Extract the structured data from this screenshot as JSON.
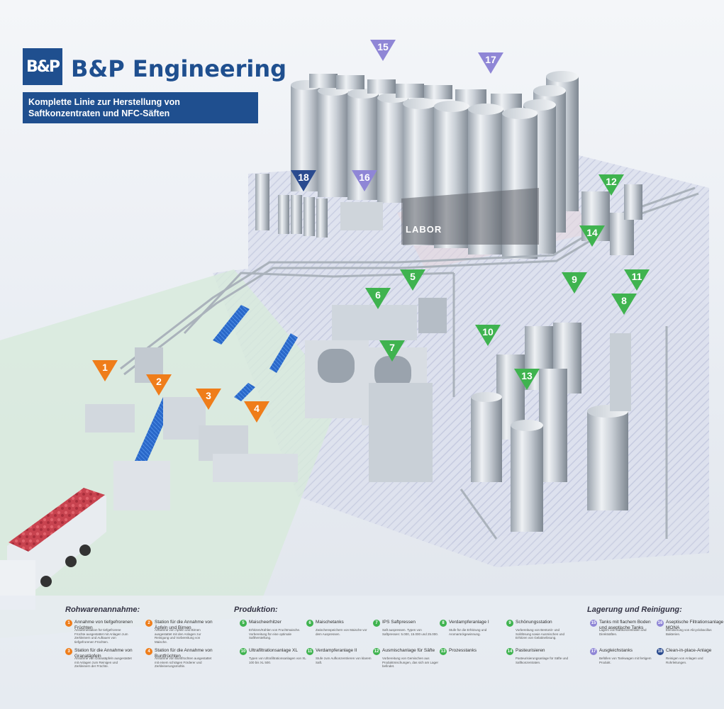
{
  "brand": {
    "logo_text": "B&P",
    "name": "B&P Engineering",
    "tagline": "Komplette Linie zur Herstellung von Saftkonzentraten und NFC-Säften"
  },
  "labor_label": "LABOR",
  "colors": {
    "brand_blue": "#1f4f8f",
    "receiving_orange": "#ef7d1a",
    "production_green": "#3fb34f",
    "storage_purple": "#8f86d6",
    "clean_navy": "#2a4b8f"
  },
  "markers": [
    {
      "num": "1",
      "group": "receiving"
    },
    {
      "num": "2",
      "group": "receiving"
    },
    {
      "num": "3",
      "group": "receiving"
    },
    {
      "num": "4",
      "group": "receiving"
    },
    {
      "num": "5",
      "group": "production"
    },
    {
      "num": "6",
      "group": "production"
    },
    {
      "num": "7",
      "group": "production"
    },
    {
      "num": "8",
      "group": "production"
    },
    {
      "num": "9",
      "group": "production"
    },
    {
      "num": "10",
      "group": "production"
    },
    {
      "num": "11",
      "group": "production"
    },
    {
      "num": "12",
      "group": "production"
    },
    {
      "num": "13",
      "group": "production"
    },
    {
      "num": "14",
      "group": "production"
    },
    {
      "num": "15",
      "group": "storage"
    },
    {
      "num": "16",
      "group": "storage"
    },
    {
      "num": "17",
      "group": "storage"
    },
    {
      "num": "18",
      "group": "clean"
    }
  ],
  "legend": {
    "sections": {
      "receiving": "Rohwarenannahme:",
      "production": "Produktion:",
      "storage": "Lagerung und Reinigung:"
    },
    "items": [
      {
        "num": "1",
        "group": "receiving",
        "title": "Annahme von tiefgefrorenen Früchten",
        "desc": "Annahmestation für tiefgefrorene Früchte ausgestattet mit Anlagen zum Zerkleinern und Auftauen von tiefgefrorenen Früchten."
      },
      {
        "num": "2",
        "group": "receiving",
        "title": "Station für die Annahme von Äpfeln und Birnen",
        "desc": "Annahme von Äpfeln und Birnen ausgestattet mit den Anlagen zur Reinigung und Vorbereitung von Maische."
      },
      {
        "num": "3",
        "group": "receiving",
        "title": "Station für die Annahme von Granatäpfeln",
        "desc": "Annahme von Granatäpfeln ausgestattet mit Anlagen zum Reinigen und Zerkleinern der Früchte."
      },
      {
        "num": "4",
        "group": "receiving",
        "title": "Station für die Annahme von Buntfrüchten",
        "desc": "Annahme von Buntfrüchten ausgestattet mit einem schrägen Förderer und Zerkleinerungsmühle."
      },
      {
        "num": "5",
        "group": "production",
        "title": "Maischeerhitzer",
        "desc": "Erhitzen/Kühlen von Fruchtmaische. Vorbereitung für eine optimale Saftherstellung."
      },
      {
        "num": "6",
        "group": "production",
        "title": "Maischetanks",
        "desc": "Zwischenspeichern von Maische vor dem Auspressen."
      },
      {
        "num": "7",
        "group": "production",
        "title": "IPS Saftpressen",
        "desc": "Saft auspressen. Typen von Saftpressen: 5.000, 15.000 und 25.000."
      },
      {
        "num": "8",
        "group": "production",
        "title": "Verdampferanlage I",
        "desc": "Stufe für die Erhitzung und Aromarückgewinnung."
      },
      {
        "num": "9",
        "group": "production",
        "title": "Schönungsstation",
        "desc": "Vorbereitung von Bentonit- und Solitlösung sowie Ausmischen und Erhitzen von Gelatinelösung."
      },
      {
        "num": "10",
        "group": "production",
        "title": "Ultrafiltrationsanlage XL",
        "desc": "Typen von Ultrafiltrationsanlagen von XL 100 bis XL 500."
      },
      {
        "num": "11",
        "group": "production",
        "title": "Verdampferanlage II",
        "desc": "Stufe zum Aufkonzentrieren von klarem Saft."
      },
      {
        "num": "12",
        "group": "production",
        "title": "Ausmischanlage für Säfte",
        "desc": "Vorbereitung von Gemischen aus Produktmischungen, das sich am Lager befindet."
      },
      {
        "num": "13",
        "group": "production",
        "title": "Prozesstanks",
        "desc": ""
      },
      {
        "num": "14",
        "group": "production",
        "title": "Pasteurisieren",
        "desc": "Pasteurisierungsanlage für Säfte und Saftkonzentraten."
      },
      {
        "num": "15",
        "group": "storage",
        "title": "Tanks mit flachem Boden und aseptische Tanks",
        "desc": "Lagern von Saftkonzentraten und Direktsäften."
      },
      {
        "num": "16",
        "group": "storage",
        "title": "Aseptische Filtrationsanlage MONA",
        "desc": "Eliminierung von Alicyclobacillus Bakterien."
      },
      {
        "num": "17",
        "group": "storage",
        "title": "Ausgleichstanks",
        "desc": "Befüllen von Tankwagen mit fertigem Produkt."
      },
      {
        "num": "18",
        "group": "clean",
        "title": "Clean-in-place-Anlage",
        "desc": "Reinigen von Anlagen und Rohrleitungen."
      }
    ]
  }
}
